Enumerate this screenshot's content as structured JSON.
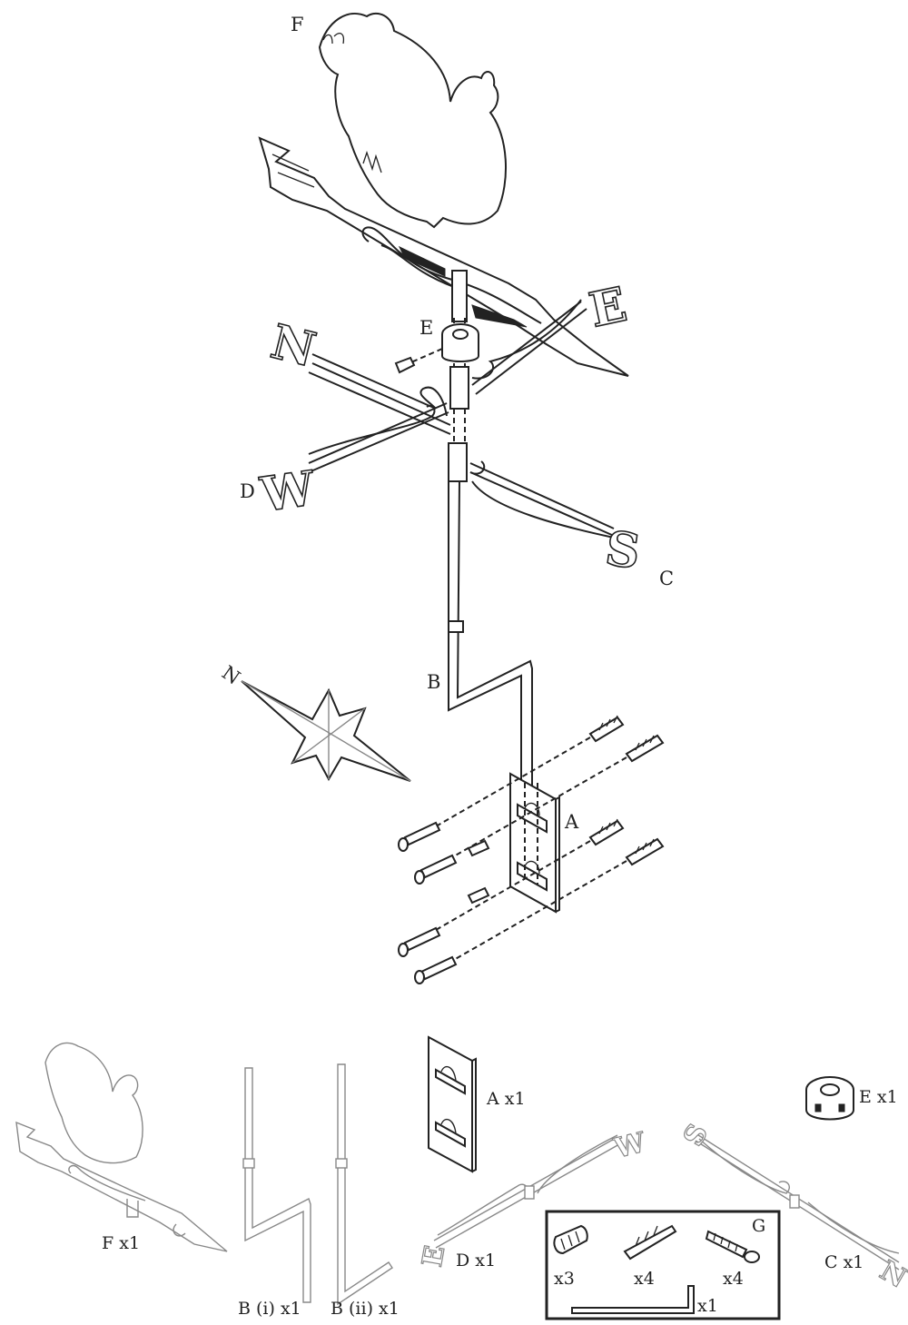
{
  "assembly_labels": {
    "F": "F",
    "E": "E",
    "D": "D",
    "C": "C",
    "B": "B",
    "A": "A",
    "N": "N"
  },
  "directions": {
    "E": "E",
    "N": "N",
    "W": "W",
    "S": "S"
  },
  "parts": {
    "F": "F x1",
    "B_i": "B (i) x1",
    "B_ii": "B (ii) x1",
    "A": "A x1",
    "D": "D x1",
    "C": "C x1",
    "E": "E x1"
  },
  "hardware_kit": {
    "label": "G",
    "sleeve_qty": "x3",
    "anchor_qty": "x4",
    "screw_qty": "x4",
    "key_qty": "x1"
  },
  "part_directions": {
    "D_left": "E",
    "D_right": "W",
    "C_left": "S",
    "C_right": "N"
  }
}
